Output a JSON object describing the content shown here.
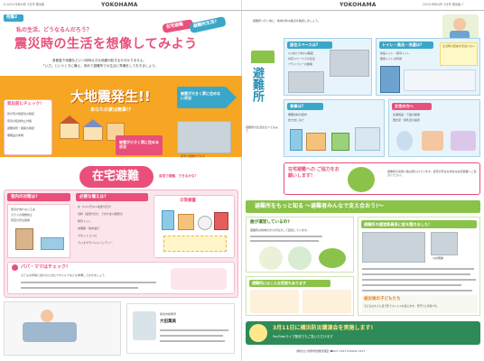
{
  "header": {
    "left_page_info": "6   2022(令和4)年 3月号 横浜版",
    "right_page_info": "2022(令和4)年 3月号 横浜版   7",
    "city_left": "YOKOHAMA",
    "city_right": "YOKOHAMA"
  },
  "feature": {
    "tag": "特集2",
    "lead_small": "私の生活、どうなるんだろう？",
    "title": "震災時の生活を想像してみよう",
    "badge_home": "在宅避難",
    "badge_shelter": "避難所生活?",
    "intro_line1": "首都直下地震などいつ何時大きな地震が起きるか分かりません。",
    "intro_line2": "「いざ」というときに備え、改めて避難所での生活と準備をしておきましょう。"
  },
  "left": {
    "checklist_title": "発災前にチェック!",
    "checklist_items": [
      "我が家の耐震性の確認",
      "家具の転倒防止対策",
      "避難場所・経路の確認",
      "備蓄品の準備"
    ],
    "quake_banner": "大地震発生!!",
    "quake_sub": "あなたの家は無事!?",
    "arrow_damaged": "被害が大きく家に住めない状況",
    "arrow_small": "被害が小さく家に住める状況",
    "small_note_1": "自宅で避難ができる",
    "home_evac_title": "在宅避難",
    "home_evac_sub": "自宅で避難、できるかな?",
    "room_title": "室内の対策は?",
    "room_lines": [
      "家具が倒れない工夫",
      "ガラスの飛散防止",
      "寝室の安全確保"
    ],
    "needs_title": "必要な備えは?",
    "needs_lines": [
      "水（1人1日3L×最低3日分）",
      "食料（最低3日分、できれば1週間分）",
      "携帯トイレ",
      "常備薬・懐中電灯",
      "カセットコンロ",
      "ラジオやモバイルバッテリー"
    ],
    "stock_label": "日常備蓄",
    "papa_mama_title": "パパ・ママはチェック!",
    "papa_mama_text": "子どもの年齢に合わせたおむつやミルクなども準備しておきましょう",
    "label_person": "横浜市総務局",
    "label_person_name": "大田萬美"
  },
  "right": {
    "shelter_intro": "避難所へ行く前に、地域の防災拠点を確認しましょう。",
    "shelter_title": "避難所",
    "shelter_sub": "避難所の生活を比べてみよう",
    "space_title": "居住スペースは?",
    "space_lines": [
      "1人あたり約2㎡程度",
      "共有スペースでの生活",
      "プライバシーの確保"
    ],
    "toilet_title": "トイレ・風呂・洗濯は?",
    "toilet_lines": [
      "仮設トイレ・携帯トイレ",
      "簡易トイレを利用"
    ],
    "sleep_title": "生活時の配慮を見逃さない",
    "food_title": "食事は?",
    "food_lines": [
      "備蓄食料の配布",
      "炊き出しなど"
    ],
    "women_title": "女性の方へ",
    "women_lines": [
      "生理用品・下着の確保",
      "更衣室・授乳室の設置"
    ],
    "appeal_title": "在宅避難への ご協力をお願いします!",
    "appeal_text": "避難所の収容人数は限られています。自宅が安全な場合は在宅避難へご協力ください。",
    "know_banner": "避難所をもっと知る ～避難者みんなで支え合おう!～",
    "who_title": "誰が運営しているの?",
    "who_text": "避難所は地域の方々が協力して運営しています。",
    "tips_title": "避難所にはこんな役割もあります",
    "kids_title": "被災後の子どもたち",
    "kids_text": "子どもは大人と違う形でストレスを感じます。見守りと声掛けを。",
    "interview_title": "避難所の運営委員長に話を聞きました!",
    "interviewer_name": "川村義勝",
    "event_title": "3月11日に横浜防災講演会を実施します!",
    "event_sub": "YouTubeライブ配信でもご覧いただけます",
    "footer_contact": "[問合せ] 総務局危機管理室 ☎671-2011  FAX641-1677"
  },
  "colors": {
    "orange": "#f6a623",
    "pink": "#e94f7a",
    "teal": "#3aa7c8",
    "green": "#8bc34a",
    "yellow": "#ffe98a"
  }
}
